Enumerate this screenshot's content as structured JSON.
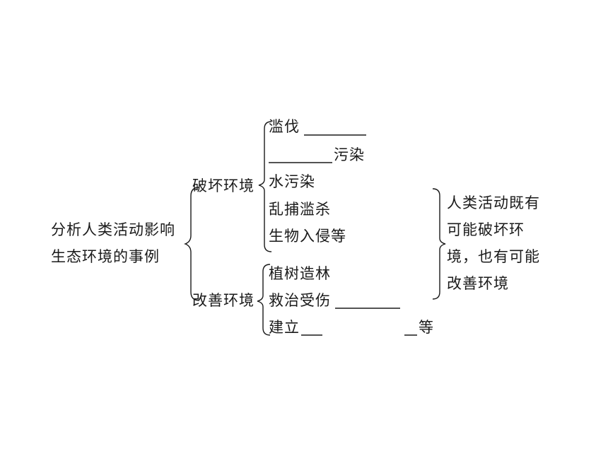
{
  "root": {
    "line1": "分析人类活动影响",
    "line2": "生态环境的事例"
  },
  "branches": {
    "destroy": {
      "label": "破坏环境",
      "items": {
        "deforest": "滥伐",
        "pollution_suffix": "污染",
        "water": "水污染",
        "hunting": "乱捕滥杀",
        "invasion": "生物入侵等"
      }
    },
    "improve": {
      "label": "改善环境",
      "items": {
        "plant": "植树造林",
        "rescue": "救治受伤",
        "build": "建立",
        "build_suffix": "等"
      }
    }
  },
  "conclusion": {
    "line1": "人类活动既有",
    "line2": "可能破坏环",
    "line3": "境，也有可能",
    "line4": "改善环境"
  }
}
